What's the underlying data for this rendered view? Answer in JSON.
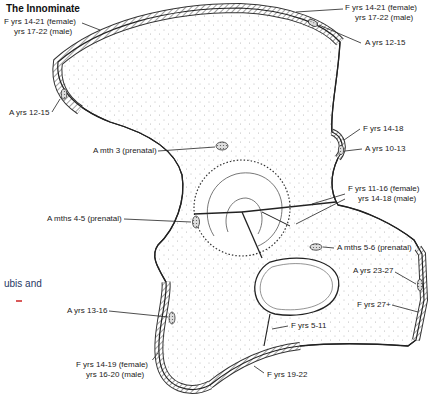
{
  "diagram": {
    "title": "The Innominate",
    "labels": [
      "F yrs 14-21 (female) yrs 17-22 (male)",
      "F yrs 14-21 (female) yrs 17-22 (male)",
      "A yrs 12-15",
      "A yrs 12-15",
      "F yrs 14-18",
      "A yrs 10-13",
      "A mth 3 (prenatal)",
      "F yrs 11-16 (female) yrs 14-18 (male)",
      "A mths 4-5 (prenatal)",
      "A mths 5-6 (prenatal)",
      "A yrs 23-27",
      "ubis and",
      "F yrs 27+",
      "A yrs 13-16",
      "F yrs 5-11",
      "F yrs 14-19 (female) yrs 16-20 (male)",
      "F yrs 19-22"
    ]
  }
}
